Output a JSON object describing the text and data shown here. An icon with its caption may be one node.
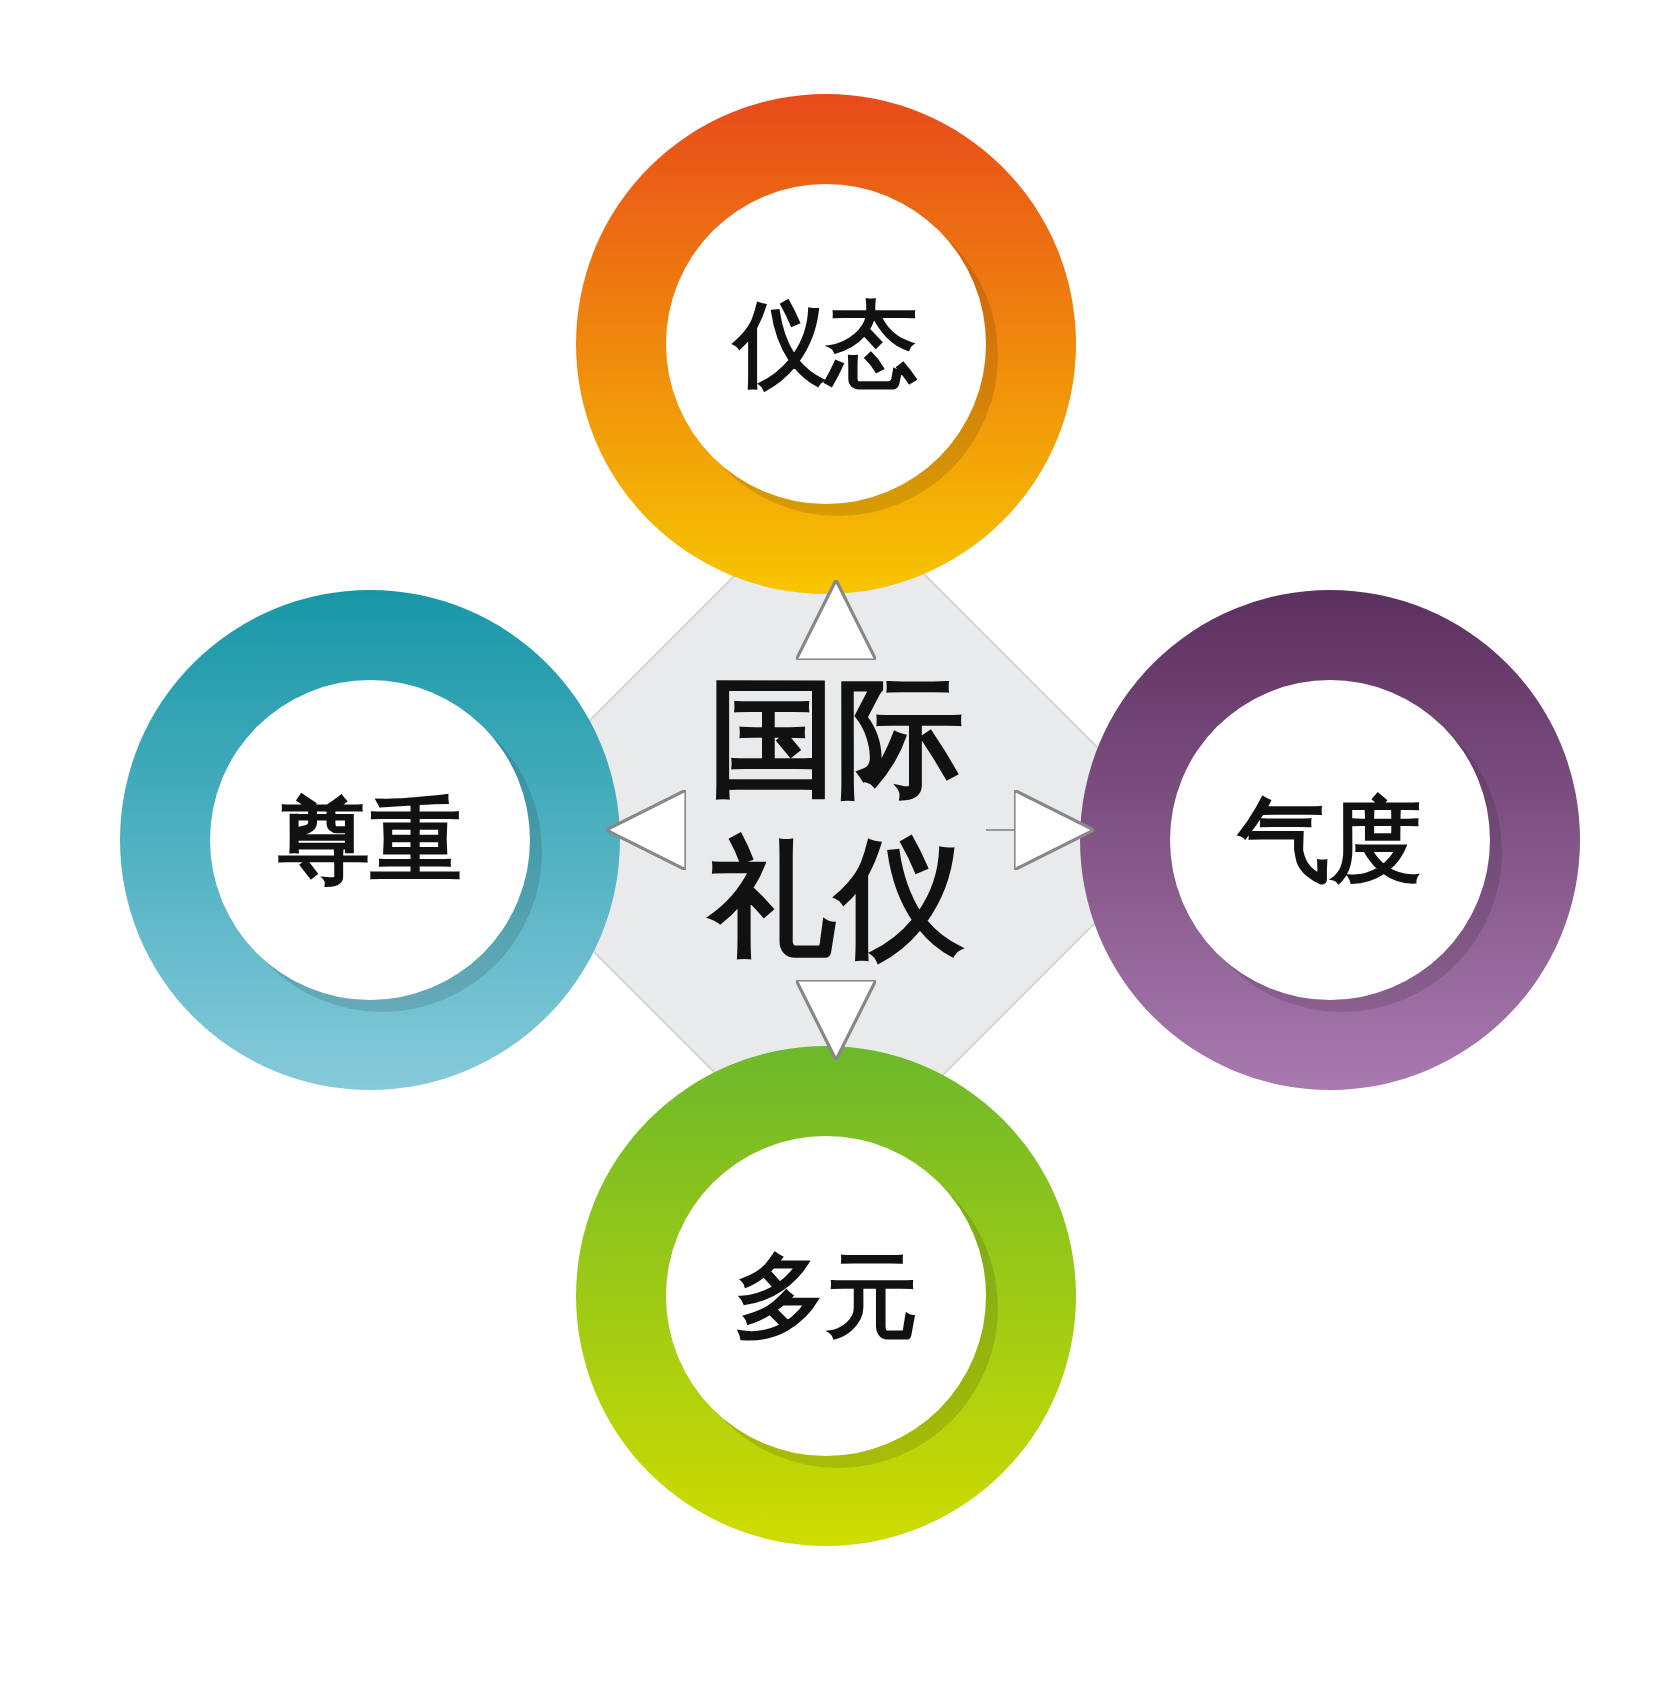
{
  "diagram": {
    "nodes": [
      {
        "text": [
          "国际礼仪"
        ]
      },
      {
        "text": [
          "仪态"
        ]
      },
      {
        "text": [
          "尊重"
        ]
      },
      {
        "text": [
          "气度"
        ]
      },
      {
        "text": [
          "多元"
        ]
      }
    ],
    "edges": [
      {
        "from": 0,
        "to": 1,
        "arrow": "to"
      },
      {
        "from": 0,
        "to": 2,
        "arrow": "to"
      },
      {
        "from": 0,
        "to": 3,
        "arrow": "to"
      },
      {
        "from": 0,
        "to": 4,
        "arrow": "to"
      }
    ]
  }
}
